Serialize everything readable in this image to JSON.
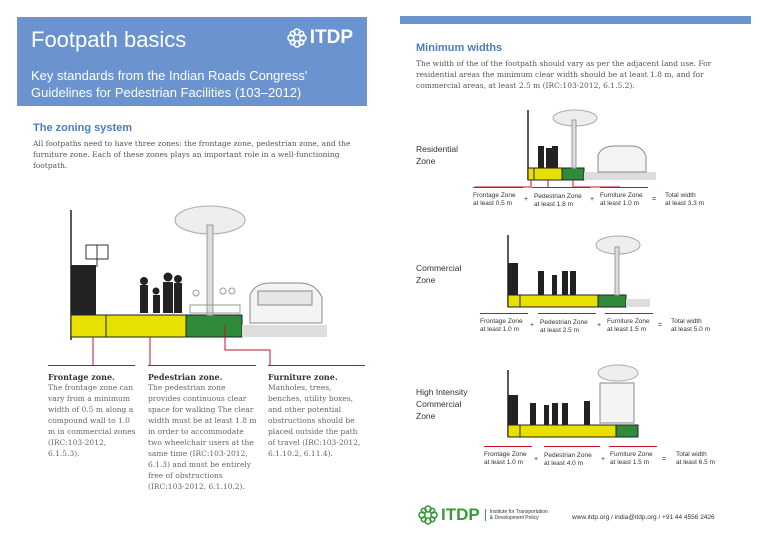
{
  "header": {
    "title": "Footpath basics",
    "subtitle": "Key standards from the Indian Roads Congress' Guidelines for Pedestrian Facilities (103–2012)",
    "logo": "ITDP"
  },
  "zoning": {
    "heading": "The zoning system",
    "intro": "All footpaths need to have three zones: the frontage zone, pedestrian zone, and the furniture zone. Each of these zones plays an important role in a well-functioning footpath.",
    "zones": [
      {
        "title": "Frontage zone.",
        "body": "The frontage zone can vary from a minimum width of 0.5 m along a compound wall to 1.0 m in commercial zones (IRC:103-2012, 6.1.5.3)."
      },
      {
        "title": "Pedestrian zone.",
        "body": "The pedestrian zone provides continuous clear space for walking The clear width must be at least 1.8 m in order to accommodate two wheelchair users at the same time (IRC:103-2012, 6.1.3) and must be entirely free of obstructions (IRC:103-2012, 6.1.10.2)."
      },
      {
        "title": "Furniture zone.",
        "body": "Manholes, trees, benches, utility boxes, and other potential obstructions should be placed outside the path of travel (IRC:103-2012, 6.1.10.2, 6.11.4)."
      }
    ]
  },
  "minwidths": {
    "heading": "Minimum widths",
    "intro": "The width of the of the footpath should vary as per the adjacent land use. For residential areas the minimum clear width should be at least 1.8 m, and for commercial areas, at least 2.5 m (IRC:103-2012, 6.1.5.2).",
    "rows": [
      {
        "label_lines": [
          "Residential",
          "Zone"
        ],
        "frontage": [
          "Frontage Zone",
          "at least 0.5 m"
        ],
        "pedestrian": [
          "Pedestrian Zone",
          "at least 1.8 m"
        ],
        "furniture": [
          "Furniture Zone",
          "at least 1.0 m"
        ],
        "total": [
          "Total width",
          "at least 3.3 m"
        ]
      },
      {
        "label_lines": [
          "Commercial",
          "Zone"
        ],
        "frontage": [
          "Frontage Zone",
          "at least 1.0 m"
        ],
        "pedestrian": [
          "Pedestrian Zone",
          "at least 2.5 m"
        ],
        "furniture": [
          "Furniture Zone",
          "at least 1.5 m"
        ],
        "total": [
          "Total width",
          "at least 5.0 m"
        ]
      },
      {
        "label_lines": [
          "High Intensity",
          "Commercial",
          "Zone"
        ],
        "frontage": [
          "Frontage Zone",
          "at least 1.0 m"
        ],
        "pedestrian": [
          "Pedestrian Zone",
          "at least 4.0 m"
        ],
        "furniture": [
          "Furniture Zone",
          "at least 1.5 m"
        ],
        "total": [
          "Total width",
          "at least 6.5 m"
        ]
      }
    ],
    "ops": {
      "plus": "+",
      "equals": "="
    }
  },
  "footer": {
    "logo": "ITDP",
    "org_lines": [
      "Institute for Transportation",
      "& Development Policy"
    ],
    "links": "www.itdp.org  /  india@itdp.org  /  +91 44 4556 2426"
  },
  "colors": {
    "accent": "#6a93cf",
    "heading": "#4a7cc0",
    "zone_line": "#c8102e",
    "pedestrian_fill": "#e8e000",
    "furniture_fill": "#2f8a3a"
  }
}
